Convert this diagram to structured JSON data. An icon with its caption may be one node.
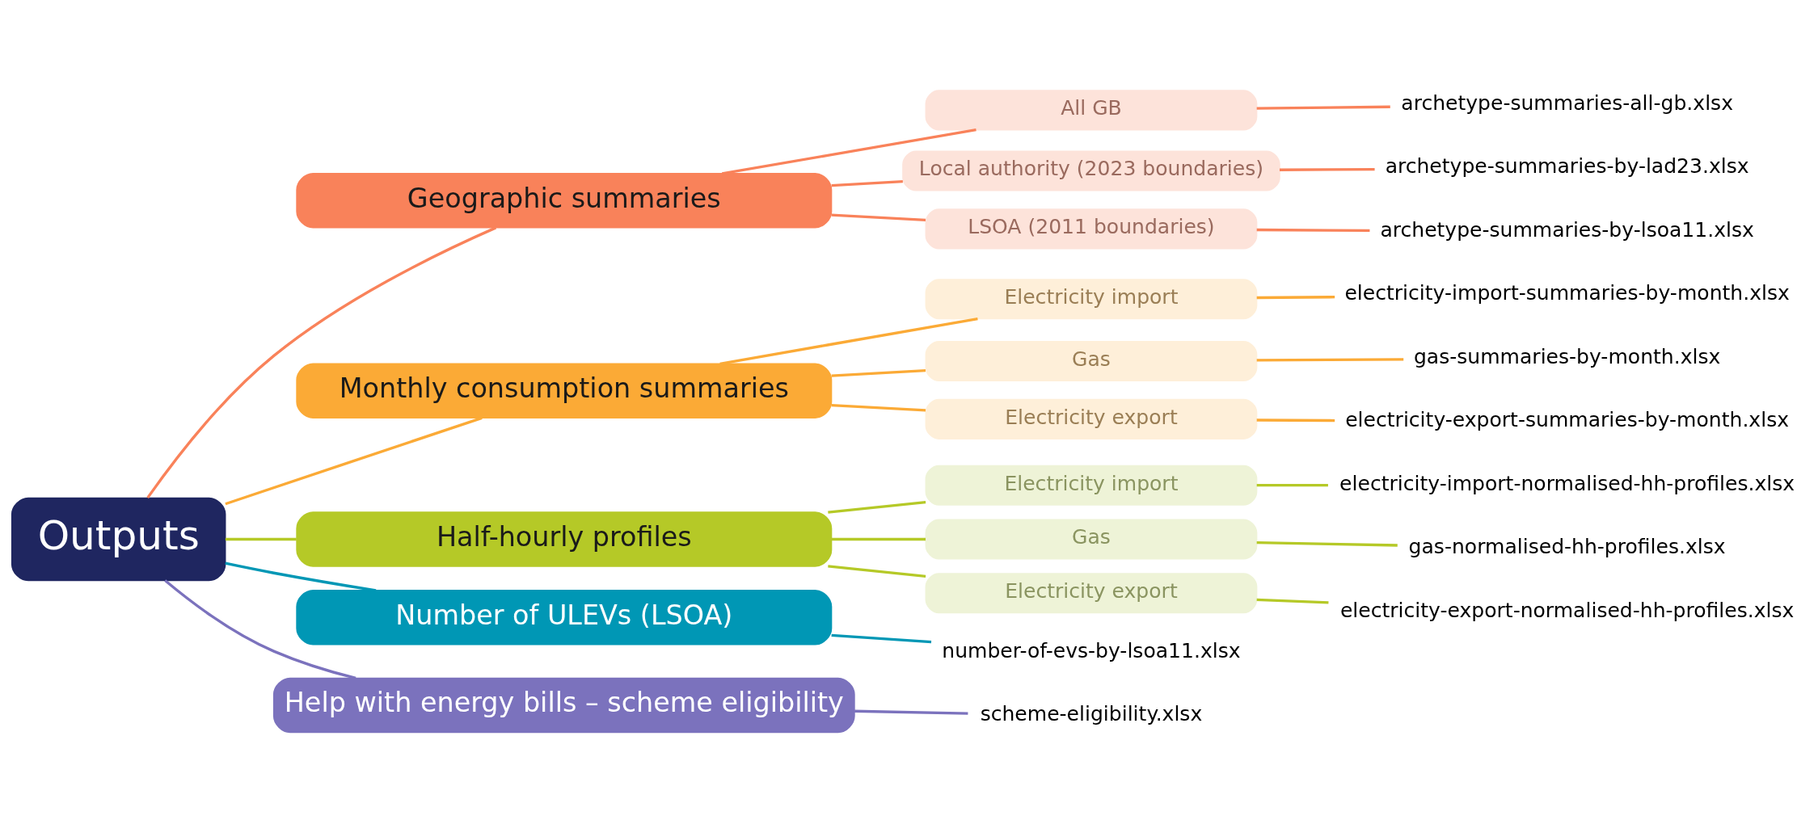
{
  "diagram": {
    "nodes": [
      {
        "text": [
          "Outputs"
        ]
      },
      {
        "text": [
          "Geographic summaries"
        ]
      },
      {
        "text": [
          "All GB"
        ]
      },
      {
        "text": [
          "Local authority (2023 boundaries)"
        ]
      },
      {
        "text": [
          "LSOA (2011 boundaries)"
        ]
      },
      {
        "text": [
          "archetype-summaries-all-gb.xlsx"
        ]
      },
      {
        "text": [
          "archetype-summaries-by-lad23.xlsx"
        ]
      },
      {
        "text": [
          "archetype-summaries-by-lsoa11.xlsx"
        ]
      },
      {
        "text": [
          "Monthly consumption summaries"
        ]
      },
      {
        "text": [
          "Electricity import"
        ]
      },
      {
        "text": [
          "Gas"
        ]
      },
      {
        "text": [
          "Electricity export"
        ]
      },
      {
        "text": [
          "electricity-import-summaries-by-month.xlsx"
        ]
      },
      {
        "text": [
          "gas-summaries-by-month.xlsx"
        ]
      },
      {
        "text": [
          "electricity-export-summaries-by-month.xlsx"
        ]
      },
      {
        "text": [
          "Half-hourly profiles"
        ]
      },
      {
        "text": [
          "Electricity import"
        ]
      },
      {
        "text": [
          "Gas"
        ]
      },
      {
        "text": [
          "Electricity export"
        ]
      },
      {
        "text": [
          "electricity-import-normalised-hh-profiles.xlsx"
        ]
      },
      {
        "text": [
          "gas-normalised-hh-profiles.xlsx"
        ]
      },
      {
        "text": [
          "electricity-export-normalised-hh-profiles.xlsx"
        ]
      },
      {
        "text": [
          "Number of ULEVs (LSOA)"
        ]
      },
      {
        "text": [
          "number-of-evs-by-lsoa11.xlsx"
        ]
      },
      {
        "text": [
          "Help with energy bills – scheme eligibility"
        ]
      },
      {
        "text": [
          "scheme-eligibility.xlsx"
        ]
      }
    ],
    "edges": [
      {
        "from": 0,
        "to": 1,
        "arrow": "none",
        "color": "#f9825a"
      },
      {
        "from": 1,
        "to": 2,
        "arrow": "none",
        "color": "#f9825a"
      },
      {
        "from": 1,
        "to": 3,
        "arrow": "none",
        "color": "#f9825a"
      },
      {
        "from": 1,
        "to": 4,
        "arrow": "none",
        "color": "#f9825a"
      },
      {
        "from": 2,
        "to": 5,
        "arrow": "none",
        "color": "#f9825a"
      },
      {
        "from": 3,
        "to": 6,
        "arrow": "none",
        "color": "#f9825a"
      },
      {
        "from": 4,
        "to": 7,
        "arrow": "none",
        "color": "#f9825a"
      },
      {
        "from": 0,
        "to": 8,
        "arrow": "none",
        "color": "#fbaa36"
      },
      {
        "from": 8,
        "to": 9,
        "arrow": "none",
        "color": "#fbaa36"
      },
      {
        "from": 8,
        "to": 10,
        "arrow": "none",
        "color": "#fbaa36"
      },
      {
        "from": 8,
        "to": 11,
        "arrow": "none",
        "color": "#fbaa36"
      },
      {
        "from": 9,
        "to": 12,
        "arrow": "none",
        "color": "#fbaa36"
      },
      {
        "from": 10,
        "to": 13,
        "arrow": "none",
        "color": "#fbaa36"
      },
      {
        "from": 11,
        "to": 14,
        "arrow": "none",
        "color": "#fbaa36"
      },
      {
        "from": 0,
        "to": 15,
        "arrow": "none",
        "color": "#b5c927"
      },
      {
        "from": 15,
        "to": 16,
        "arrow": "none",
        "color": "#b5c927"
      },
      {
        "from": 15,
        "to": 17,
        "arrow": "none",
        "color": "#b5c927"
      },
      {
        "from": 15,
        "to": 18,
        "arrow": "none",
        "color": "#b5c927"
      },
      {
        "from": 16,
        "to": 19,
        "arrow": "none",
        "color": "#b5c927"
      },
      {
        "from": 17,
        "to": 20,
        "arrow": "none",
        "color": "#b5c927"
      },
      {
        "from": 18,
        "to": 21,
        "arrow": "none",
        "color": "#b5c927"
      },
      {
        "from": 0,
        "to": 22,
        "arrow": "none",
        "color": "#0097b5"
      },
      {
        "from": 22,
        "to": 23,
        "arrow": "none",
        "color": "#0097b5"
      },
      {
        "from": 0,
        "to": 24,
        "arrow": "none",
        "color": "#7b72bd"
      },
      {
        "from": 24,
        "to": 25,
        "arrow": "none",
        "color": "#7b72bd"
      }
    ]
  }
}
